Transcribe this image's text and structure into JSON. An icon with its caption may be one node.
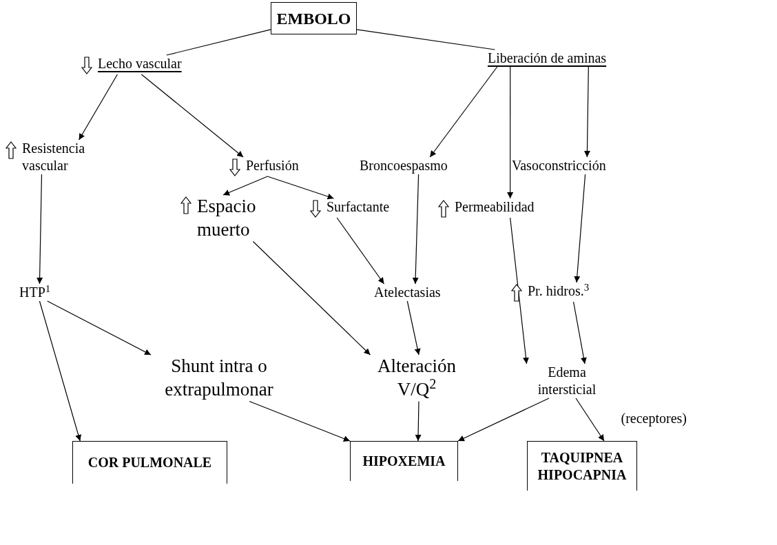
{
  "diagram": {
    "nodes": [
      {
        "text": [
          "EMBOLO"
        ]
      },
      {
        "text": [
          "Lecho vascular"
        ]
      },
      {
        "text": [
          "Liberación de aminas"
        ]
      },
      {
        "text": [
          "Resistencia vascular"
        ]
      },
      {
        "text": [
          "Perfusión"
        ]
      },
      {
        "text": [
          "Broncoespasmo"
        ]
      },
      {
        "text": [
          "Vasoconstricción"
        ]
      },
      {
        "text": [
          "Espacio muerto"
        ]
      },
      {
        "text": [
          "Surfactante"
        ]
      },
      {
        "text": [
          "Permeabilidad"
        ]
      },
      {
        "text": [
          "HTP$^{1}$"
        ]
      },
      {
        "text": [
          "Atelectasias"
        ]
      },
      {
        "text": [
          "Pr. hidros.$^{3}$"
        ]
      },
      {
        "text": [
          "Shunt intra o extrapulmonar"
        ]
      },
      {
        "text": [
          "Alteración V/Q$^{2}$"
        ]
      },
      {
        "text": [
          "Edema intersticial"
        ]
      },
      {
        "text": [
          "COR PULMONALE"
        ]
      },
      {
        "text": [
          "HIPOXEMIA"
        ]
      },
      {
        "text": [
          "TAQUIPNEA HIPOCAPNIA"
        ]
      }
    ],
    "edges": [
      {
        "from": 0,
        "to": 1,
        "arrow": "none"
      },
      {
        "from": 0,
        "to": 2,
        "arrow": "none"
      },
      {
        "from": 1,
        "to": 3,
        "arrow": "to"
      },
      {
        "from": 1,
        "to": 4,
        "arrow": "to"
      },
      {
        "from": 2,
        "to": 5,
        "arrow": "to"
      },
      {
        "from": 2,
        "to": 9,
        "arrow": "to"
      },
      {
        "from": 2,
        "to": 6,
        "arrow": "to"
      },
      {
        "from": 3,
        "to": 10,
        "arrow": "to"
      },
      {
        "from": 4,
        "to": 7,
        "arrow": "to"
      },
      {
        "from": 4,
        "to": 8,
        "arrow": "to"
      },
      {
        "from": 5,
        "to": 11,
        "arrow": "to"
      },
      {
        "from": 6,
        "to": 12,
        "arrow": "to"
      },
      {
        "from": 7,
        "to": 14,
        "arrow": "to"
      },
      {
        "from": 8,
        "to": 11,
        "arrow": "to"
      },
      {
        "from": 9,
        "to": 15,
        "arrow": "to"
      },
      {
        "from": 12,
        "to": 15,
        "arrow": "to"
      },
      {
        "from": 10,
        "to": 13,
        "arrow": "to"
      },
      {
        "from": 10,
        "to": 16,
        "arrow": "to"
      },
      {
        "from": 11,
        "to": 14,
        "arrow": "to"
      },
      {
        "from": 13,
        "to": 17,
        "arrow": "to"
      },
      {
        "from": 14,
        "to": 17,
        "arrow": "to"
      },
      {
        "from": 15,
        "to": 17,
        "arrow": "to"
      },
      {
        "from": 15,
        "to": 18,
        "arrow": "to",
        "label": "(receptores)"
      }
    ]
  }
}
